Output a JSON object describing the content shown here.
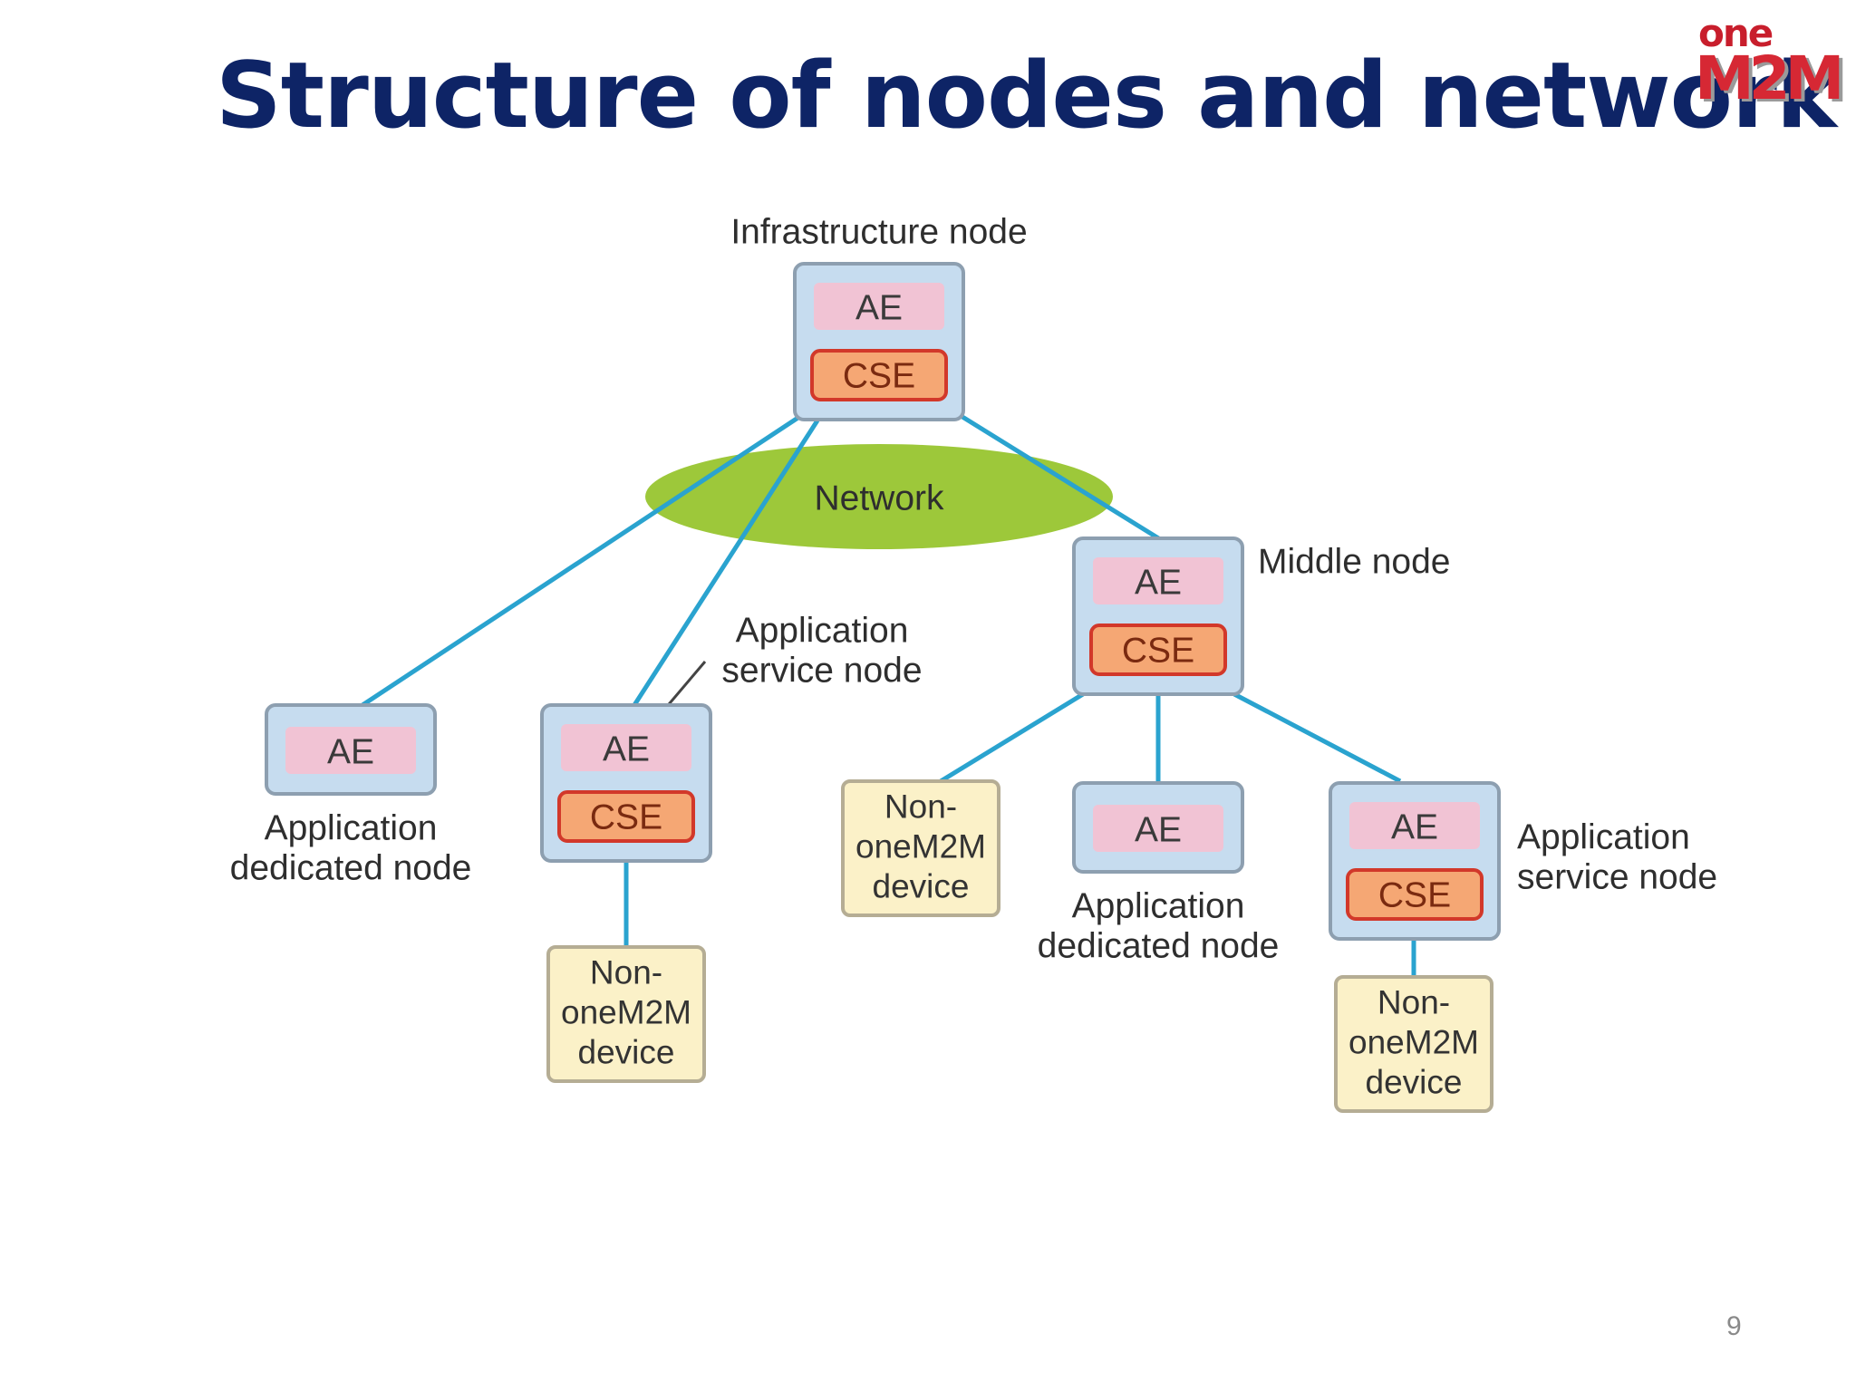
{
  "slide": {
    "title": "Structure of nodes and network",
    "page_number": "9"
  },
  "logo": {
    "top_text": "one",
    "main_text": "M2M"
  },
  "diagram": {
    "network_label": "Network",
    "labels": {
      "infrastructure_node": "Infrastructure node",
      "middle_node": "Middle node",
      "app_service_node_1_line1": "Application",
      "app_service_node_1_line2": "service node",
      "app_dedicated_node_1_line1": "Application",
      "app_dedicated_node_1_line2": "dedicated node",
      "app_dedicated_node_2_line1": "Application",
      "app_dedicated_node_2_line2": "dedicated node",
      "app_service_node_2_line1": "Application",
      "app_service_node_2_line2": "service node"
    },
    "entities": {
      "ae": "AE",
      "cse": "CSE"
    },
    "device": {
      "line1": "Non-",
      "line2": "oneM2M",
      "line3": "device"
    },
    "colors": {
      "node_fill": "#c6dcef",
      "node_border": "#8d9fb0",
      "ae_fill": "#f1c3d4",
      "cse_fill": "#f5a774",
      "cse_border": "#d2382a",
      "device_fill": "#fbf1c8",
      "device_border": "#b5ad94",
      "network_fill": "#9dc83a",
      "link_color": "#2aa3cf",
      "title_color": "#0e2466"
    }
  }
}
